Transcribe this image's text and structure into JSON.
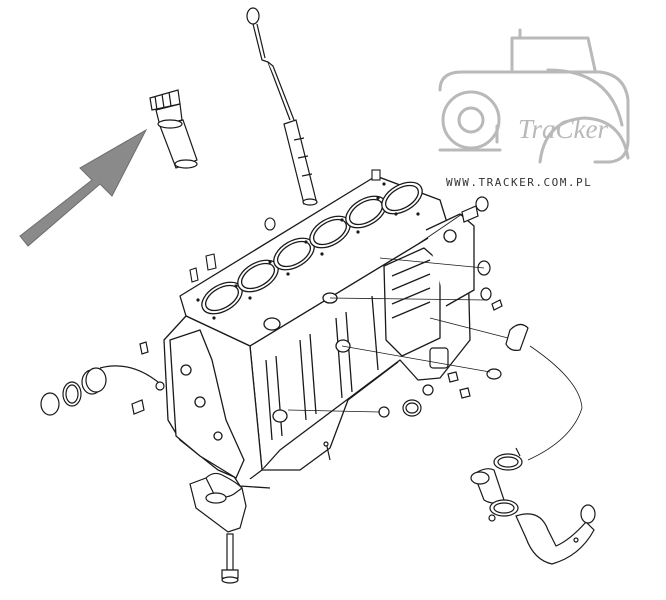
{
  "watermark": {
    "brand": "TraCker",
    "url": "WWW.TRACKER.COM.PL",
    "logo_icon": "tractor-logo-icon"
  },
  "diagram": {
    "subject": "engine cylinder block exploded parts view",
    "line_color": "#1a1a1a",
    "arrow_color": "#8a8a8a",
    "watermark_color": "#b9b9b9",
    "background": "#ffffff"
  }
}
